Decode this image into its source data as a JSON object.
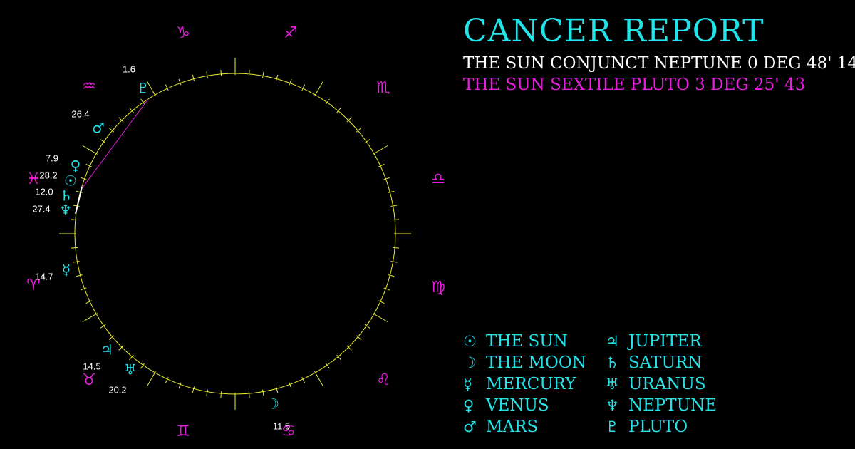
{
  "report": {
    "title": "CANCER REPORT",
    "aspects": [
      "THE SUN CONJUNCT NEPTUNE 0 DEG 48' 14",
      "THE SUN SEXTILE PLUTO 3 DEG 25' 43"
    ]
  },
  "colors": {
    "background": "#000000",
    "wheel": "#e8ea30",
    "sign": "#e81ce0",
    "planet": "#22e3e8",
    "degree_label": "#ffffff",
    "aspect_conjunct": "#ffffff",
    "aspect_sextile": "#e81ce0"
  },
  "zodiac_signs": [
    {
      "name": "capricorn-icon",
      "glyph": "♑"
    },
    {
      "name": "sagittarius-icon",
      "glyph": "♐"
    },
    {
      "name": "scorpio-icon",
      "glyph": "♏"
    },
    {
      "name": "libra-icon",
      "glyph": "♎"
    },
    {
      "name": "virgo-icon",
      "glyph": "♍"
    },
    {
      "name": "leo-icon",
      "glyph": "♌"
    },
    {
      "name": "cancer-icon",
      "glyph": "♋"
    },
    {
      "name": "gemini-icon",
      "glyph": "♊"
    },
    {
      "name": "taurus-icon",
      "glyph": "♉"
    },
    {
      "name": "aries-icon",
      "glyph": "♈"
    },
    {
      "name": "pisces-icon",
      "glyph": "♓"
    },
    {
      "name": "aquarius-icon",
      "glyph": "♒"
    }
  ],
  "planets": [
    {
      "name": "pluto-icon",
      "glyph": "♇",
      "degree": "1.6"
    },
    {
      "name": "mars-icon",
      "glyph": "♂",
      "degree": "26.4"
    },
    {
      "name": "venus-icon",
      "glyph": "♀",
      "degree": "7.9"
    },
    {
      "name": "sun-icon",
      "glyph": "☉",
      "degree": "28.2"
    },
    {
      "name": "saturn-icon",
      "glyph": "♄",
      "degree": "12.0"
    },
    {
      "name": "neptune-icon",
      "glyph": "♆",
      "degree": "27.4"
    },
    {
      "name": "mercury-icon",
      "glyph": "☿",
      "degree": "14.7"
    },
    {
      "name": "jupiter-icon",
      "glyph": "♃",
      "degree": "14.5"
    },
    {
      "name": "uranus-icon",
      "glyph": "♅",
      "degree": "20.2"
    },
    {
      "name": "moon-icon",
      "glyph": "☽",
      "degree": "11.5"
    }
  ],
  "legend": [
    {
      "glyph": "☉",
      "label": "THE SUN",
      "icon": "sun-icon"
    },
    {
      "glyph": "♃",
      "label": "JUPITER",
      "icon": "jupiter-icon"
    },
    {
      "glyph": "☽",
      "label": "THE MOON",
      "icon": "moon-icon"
    },
    {
      "glyph": "♄",
      "label": "SATURN",
      "icon": "saturn-icon"
    },
    {
      "glyph": "☿",
      "label": "MERCURY",
      "icon": "mercury-icon"
    },
    {
      "glyph": "♅",
      "label": "URANUS",
      "icon": "uranus-icon"
    },
    {
      "glyph": "♀",
      "label": "VENUS",
      "icon": "venus-icon"
    },
    {
      "glyph": "♆",
      "label": "NEPTUNE",
      "icon": "neptune-icon"
    },
    {
      "glyph": "♂",
      "label": "MARS",
      "icon": "mars-icon"
    },
    {
      "glyph": "♇",
      "label": "PLUTO",
      "icon": "pluto-icon"
    }
  ]
}
